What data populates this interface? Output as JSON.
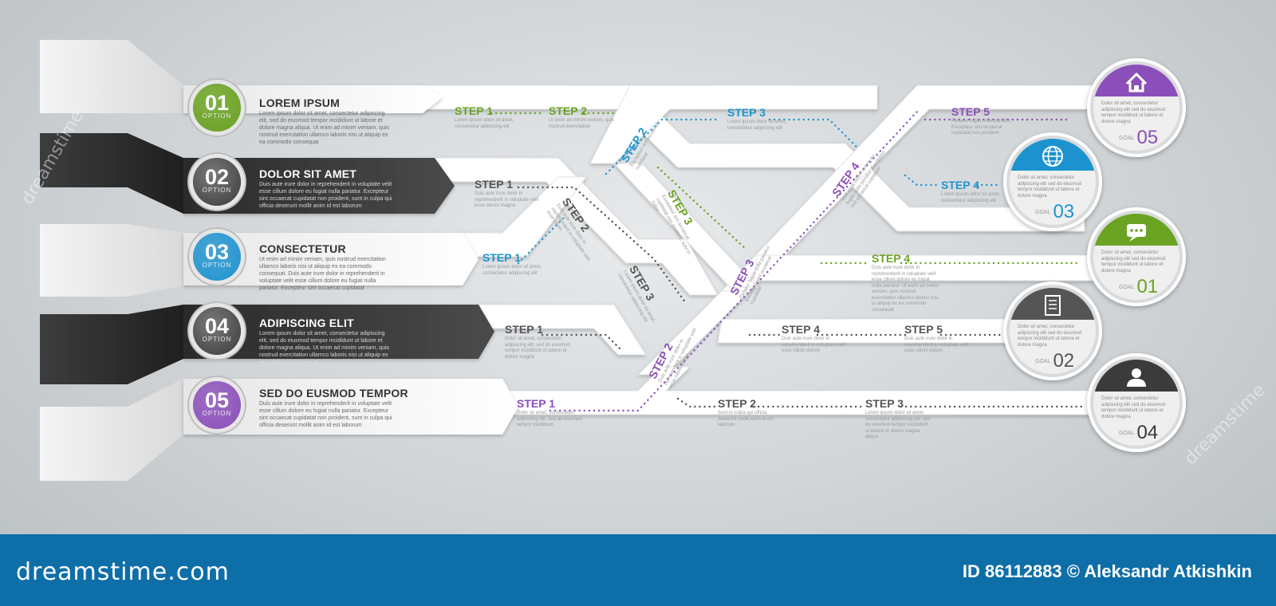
{
  "colors": {
    "green": "#6aa321",
    "blue": "#1f93cf",
    "purple": "#8b4fb9",
    "gray": "#555555",
    "dark": "#3a3a3a"
  },
  "options": [
    {
      "num": "01",
      "label": "OPTION",
      "title": "LOREM IPSUM",
      "text": "Lorem ipsum dolor sit amet, consectetur adipiscing elit, sed do eiusmod tempor incididunt ut labore et dolore magna aliqua. Ut enim ad minim veniam, quis nostrud exercitation ullamco laboris nisi ut aliquip ex ea commodo consequat"
    },
    {
      "num": "02",
      "label": "OPTION",
      "title": "DOLOR SIT AMET",
      "text": "Duis aute irure dolor in reprehenderit in voluptate velit esse cillum dolore eu fugiat nulla pariatur. Excepteur sint occaecat cupidatat non proident, sunt in culpa qui officia deserunt mollit anim id est laborum"
    },
    {
      "num": "03",
      "label": "OPTION",
      "title": "CONSECTETUR",
      "text": "Ut enim ad minim veniam, quis nostrud exercitation ullamco laboris nisi ut aliquip ex ea commodo consequat. Duis aute irure dolor in reprehenderit in voluptate velit esse cillum dolore eu fugiat nulla pariatur. Excepteur sint occaecat cupidatat"
    },
    {
      "num": "04",
      "label": "OPTION",
      "title": "ADIPISCING ELIT",
      "text": "Lorem ipsum dolor sit amet, consectetur adipiscing elit, sed do eiusmod tempor incididunt ut labore et dolore magna aliqua. Ut enim ad minim veniam, quis nostrud exercitation ullamco laboris nisi ut aliquip ex ea commodo consequat"
    },
    {
      "num": "05",
      "label": "OPTION",
      "title": "SED DO EUSMOD TEMPOR",
      "text": "Duis aute irure dolor in reprehenderit in voluptate velit esse cillum dolore eu fugiat nulla pariatur. Excepteur sint occaecat cupidatat non proident, sunt in culpa qui officia deserunt mollit anim id est laborum"
    }
  ],
  "steps": [
    {
      "label": "STEP 1",
      "color": "#6aa321",
      "text": "Lorem ipsum dolor sit amet, consectetur adipiscing elit"
    },
    {
      "label": "STEP 2",
      "color": "#6aa321",
      "text": "Ut enim ad minim veniam, quis nostrud exercitation"
    },
    {
      "label": "STEP 3",
      "color": "#1f93cf",
      "text": "Lorem ipsum dolor sit amet, consectetur adipiscing elit"
    },
    {
      "label": "STEP 5",
      "color": "#8b4fb9",
      "text": "Pariatur fugiat nulla pariatur. Excepteur sint occaecat cupidatat non proident"
    },
    {
      "label": "STEP 2",
      "color": "#1f93cf",
      "text": "Excepteur sint occaecat cupidatat"
    },
    {
      "label": "STEP 1",
      "color": "#555555",
      "text": "Duis aute irure dolor in reprehenderit in voluptate velit esse dolore magna"
    },
    {
      "label": "STEP 2",
      "color": "#555555",
      "text": "Duis aute irure dolor in reprehenderit in voluptate velit esse cillum"
    },
    {
      "label": "STEP 3",
      "color": "#6aa321",
      "text": "Excepteur sint occaecat cupidatat non proident, sunt in culpa"
    },
    {
      "label": "STEP 4",
      "color": "#8b4fb9",
      "text": "Velit esse cillum dolore eu fugiat nulla pariatur. Excepteur sint occaecat cupidatat"
    },
    {
      "label": "STEP 4",
      "color": "#1f93cf",
      "text": "Lorem ipsum dolor sit amet, consectetur adipiscing elit"
    },
    {
      "label": "STEP 1",
      "color": "#1f93cf",
      "text": "Lorem ipsum dolor sit amet, consectetur adipiscing elit"
    },
    {
      "label": "STEP 3",
      "color": "#555555",
      "text": "Lorem ipsum dolor sit amet, consectetur adipiscing elit"
    },
    {
      "label": "STEP 3",
      "color": "#8b4fb9",
      "text": "Pariatur fugiat nulla pariatur. Excepteur sint occaecat cupidatat"
    },
    {
      "label": "STEP 4",
      "color": "#6aa321",
      "text": "Duis aute irure dolor in reprehenderit in voluptate velit esse cillum dolore eu fugiat nulla pariatur. Ut enim ad minim veniam, quis nostrud exercitation ullamco laboris nisi ut aliquip ex ea commodo consequat"
    },
    {
      "label": "STEP 1",
      "color": "#555555",
      "text": "Dolor sit amet, consectetur adipiscing elit, sed do eiusmod tempor incididunt ut labore et dolore magna"
    },
    {
      "label": "STEP 4",
      "color": "#555555",
      "text": "Duis aute irure dolor in reprehenderit in voluptate velit esse cillum dolore"
    },
    {
      "label": "STEP 5",
      "color": "#555555",
      "text": "Duis aute irure dolor in reprehenderit in voluptate velit esse cillum dolore"
    },
    {
      "label": "STEP 2",
      "color": "#8b4fb9",
      "text": "Duis aute irure dolor in reprehenderit in voluptate velit esse cillum dolore"
    },
    {
      "label": "STEP 1",
      "color": "#8b4fb9",
      "text": "Dolor sit amet, consectetur adipiscing elit, sed do eiusmod tempor incididunt"
    },
    {
      "label": "STEP 2",
      "color": "#555555",
      "text": "Sunt in culpa qui officia deserunt mollit anim id est laborum"
    },
    {
      "label": "STEP 3",
      "color": "#555555",
      "text": "Lorem ipsum dolor sit amet, consectetur adipiscing elit, sed do eiusmod tempor incididunt ut labore et dolore magna aliqua"
    }
  ],
  "goals": [
    {
      "word": "GOAL",
      "num": "05",
      "color": "#8b4fb9",
      "icon": "home-icon",
      "text": "Dolor sit amet, consectetur adipiscing elit sed do eiusmod tempor incididunt ut labore et dolore magna"
    },
    {
      "word": "GOAL",
      "num": "03",
      "color": "#1f93cf",
      "icon": "globe-icon",
      "text": "Dolor sit amet, consectetur adipiscing elit sed do eiusmod tempor incididunt ut labore et dolore magna"
    },
    {
      "word": "GOAL",
      "num": "01",
      "color": "#6aa321",
      "icon": "chat-icon",
      "text": "Dolor sit amet, consectetur adipiscing elit sed do eiusmod tempor incididunt ut labore et dolore magna"
    },
    {
      "word": "GOAL",
      "num": "02",
      "color": "#555555",
      "icon": "document-icon",
      "text": "Dolor sit amet, consectetur adipiscing elit sed do eiusmod tempor incididunt ut labore et dolore magna"
    },
    {
      "word": "GOAL",
      "num": "04",
      "color": "#3a3a3a",
      "icon": "user-icon",
      "text": "Dolor sit amet, consectetur adipiscing elit sed do eiusmod tempor incididunt ut labore et dolore magna"
    }
  ],
  "footer": {
    "brand": "dreamstime.com",
    "credit": "ID 86112883 © Aleksandr Atkishkin"
  },
  "watermark": "dreamstime"
}
